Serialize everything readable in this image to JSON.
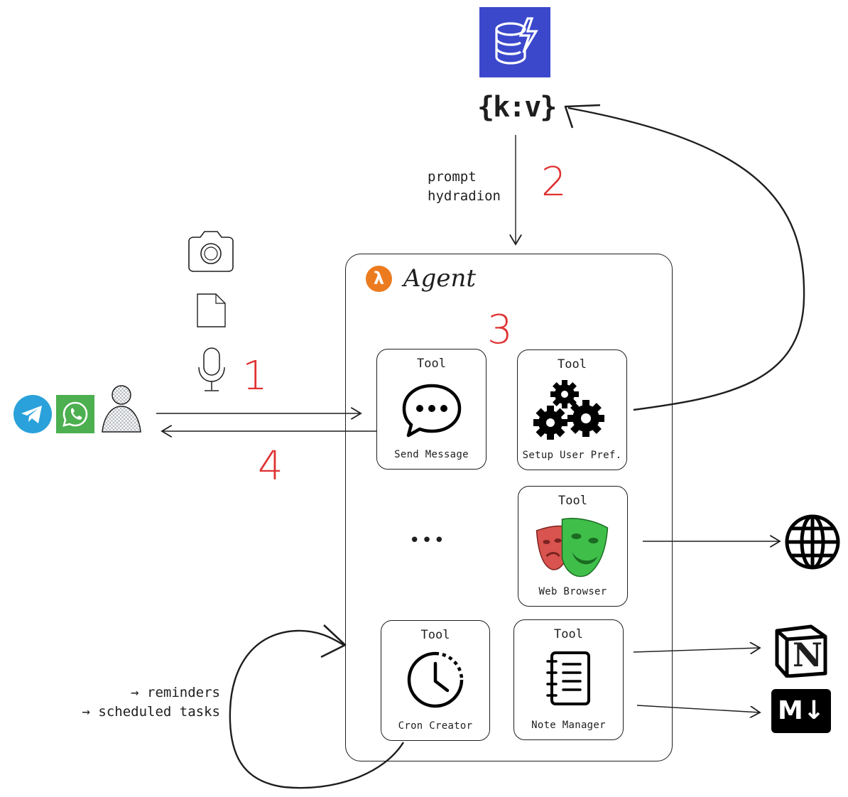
{
  "top": {
    "kv_label": "{k:v}",
    "prompt_label_line1": "prompt",
    "prompt_label_line2": "hydradion",
    "step2": "2"
  },
  "agent": {
    "title": "Agent",
    "lambda_symbol": "λ",
    "step3": "3",
    "ellipsis": "•••"
  },
  "tools": [
    {
      "head": "Tool",
      "label": "Send Message",
      "icon": "chat-bubble-icon"
    },
    {
      "head": "Tool",
      "label": "Setup User Pref.",
      "icon": "gears-icon"
    },
    {
      "head": "Tool",
      "label": "Web Browser",
      "icon": "theater-masks-icon"
    },
    {
      "head": "Tool",
      "label": "Cron Creator",
      "icon": "clock-icon"
    },
    {
      "head": "Tool",
      "label": "Note Manager",
      "icon": "notebook-icon"
    }
  ],
  "user": {
    "step1": "1",
    "step4": "4",
    "icons": [
      "camera-icon",
      "file-icon",
      "microphone-icon",
      "telegram-icon",
      "whatsapp-icon",
      "user-icon"
    ]
  },
  "notes": {
    "line1": "→ reminders",
    "line2": "→ scheduled tasks"
  },
  "external": {
    "icons": [
      "globe-icon",
      "notion-icon",
      "markdown-icon"
    ],
    "notion_letter": "N",
    "markdown_text": "M↓"
  },
  "colors": {
    "dynamodb": "#3b48cc",
    "red": "#e03131",
    "lambda_orange": "#ec7b1f",
    "telegram": "#2aa1da",
    "whatsapp": "#4caf50"
  }
}
